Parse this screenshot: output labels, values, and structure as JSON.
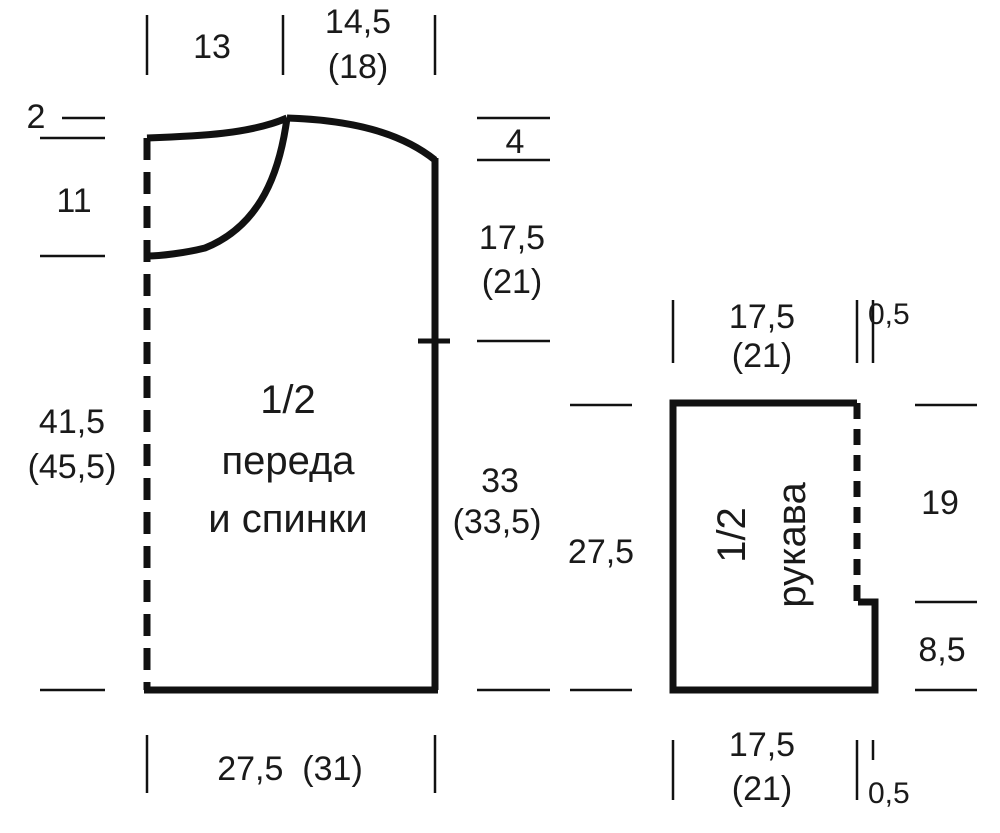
{
  "body_piece": {
    "label_line1": "1/2",
    "label_line2": "переда",
    "label_line3": "и спинки",
    "dims": {
      "neck_width": "13",
      "shoulder_width": "14,5",
      "shoulder_width_alt": "(18)",
      "neck_drop_back": "2",
      "neck_drop_front": "11",
      "shoulder_slope": "4",
      "armhole_height": "17,5",
      "armhole_height_alt": "(21)",
      "side_length": "33",
      "side_length_alt": "(33,5)",
      "total_length": "41,5",
      "total_length_alt": "(45,5)",
      "bottom_width": "27,5  (31)"
    }
  },
  "sleeve_piece": {
    "label_line1": "1/2",
    "label_line2": "рукава",
    "dims": {
      "top_width": "17,5",
      "top_width_alt": "(21)",
      "top_step": "0,5",
      "bottom_width": "17,5",
      "bottom_width_alt": "(21)",
      "bottom_step": "0,5",
      "total_height": "27,5",
      "upper_height": "19",
      "lower_height": "8,5"
    }
  },
  "colors": {
    "line": "#111111",
    "text": "#1a1a1a"
  }
}
